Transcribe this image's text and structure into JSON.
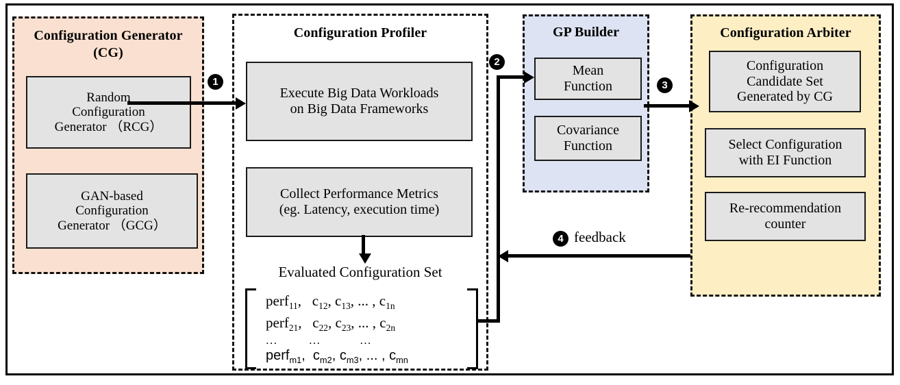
{
  "figure": {
    "groups": {
      "cg": {
        "title_line1": "Configuration Generator",
        "title_line2": "(CG)",
        "fill": "#fae0d0",
        "boxes": [
          {
            "lines": [
              "Random",
              "Configuration",
              "Generator （RCG）"
            ]
          },
          {
            "lines": [
              "GAN-based",
              "Configuration",
              "Generator （GCG）"
            ]
          }
        ]
      },
      "profiler": {
        "title": "Configuration Profiler",
        "fill": "#ffffff",
        "boxes": [
          {
            "lines": [
              "Execute Big Data Workloads",
              "on Big Data Frameworks"
            ]
          },
          {
            "lines": [
              "Collect Performance Metrics",
              "(eg. Latency, execution time)"
            ]
          }
        ],
        "set_label": "Evaluated Configuration Set",
        "matrix": {
          "rows": [
            "perf11,   c12, c13, ... , c1n",
            "perf21,   c22, c23, ... , c2n",
            "...          ...          ...",
            "perfm1,  cm2, cm3, ... , cmn"
          ]
        }
      },
      "gp": {
        "title": "GP Builder",
        "fill": "#dde3f2",
        "boxes": [
          {
            "lines": [
              "Mean",
              "Function"
            ]
          },
          {
            "lines": [
              "Covariance",
              "Function"
            ]
          }
        ]
      },
      "arbiter": {
        "title": "Configuration Arbiter",
        "fill": "#fdeec4",
        "boxes": [
          {
            "lines": [
              "Configuration",
              "Candidate Set",
              "Generated by CG"
            ]
          },
          {
            "lines": [
              "Select Configuration",
              "with EI Function"
            ]
          },
          {
            "lines": [
              "Re-recommendation",
              "counter"
            ]
          }
        ]
      }
    },
    "flow": {
      "step1": "1",
      "step2": "2",
      "step3": "3",
      "step4": "4",
      "feedback_label": "feedback"
    },
    "colors": {
      "cg_fill": "#fae0d0",
      "gp_fill": "#dde3f2",
      "arbiter_fill": "#fdeec4",
      "box_fill": "#e3e3e3",
      "stroke": "#000000"
    }
  }
}
